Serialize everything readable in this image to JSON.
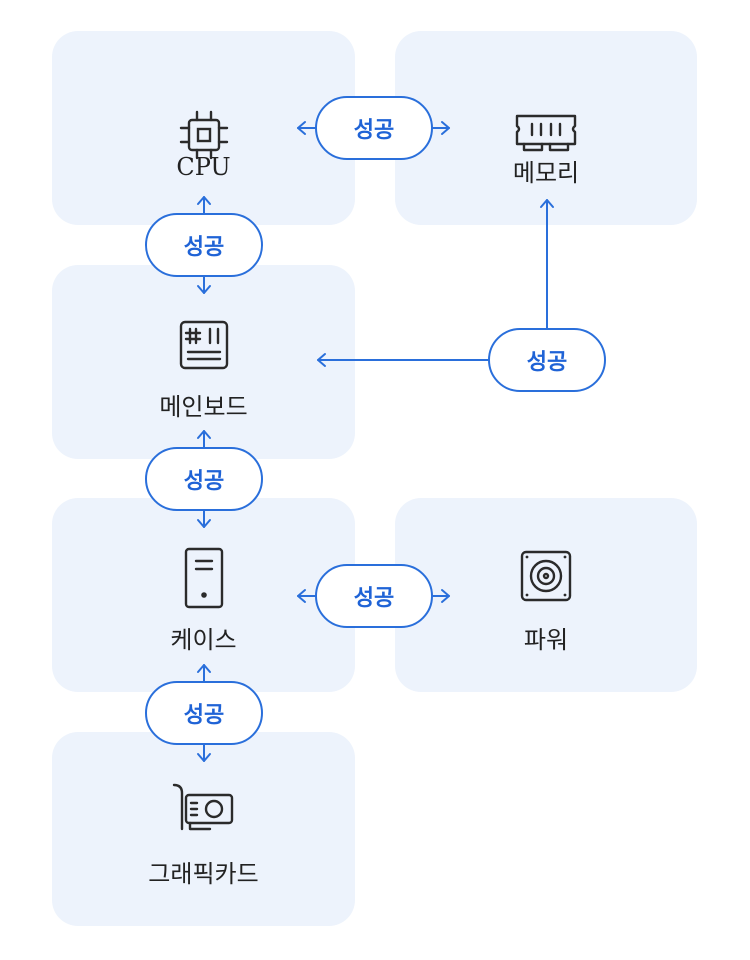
{
  "colors": {
    "card_bg": "#edf3fc",
    "accent": "#2a6fdb",
    "text": "#222222"
  },
  "nodes": {
    "cpu": {
      "label": "CPU",
      "icon": "cpu-chip-icon"
    },
    "memory": {
      "label": "메모리",
      "icon": "ram-memory-icon"
    },
    "mainboard": {
      "label": "메인보드",
      "icon": "motherboard-icon"
    },
    "case": {
      "label": "케이스",
      "icon": "pc-case-tower-icon"
    },
    "power": {
      "label": "파워",
      "icon": "power-supply-icon"
    },
    "gpu": {
      "label": "그래픽카드",
      "icon": "graphics-card-icon"
    }
  },
  "connections": [
    {
      "from": "cpu",
      "to": "memory",
      "label": "성공"
    },
    {
      "from": "cpu",
      "to": "mainboard",
      "label": "성공"
    },
    {
      "from": "memory",
      "to": "mainboard",
      "label": "성공"
    },
    {
      "from": "mainboard",
      "to": "case",
      "label": "성공"
    },
    {
      "from": "case",
      "to": "power",
      "label": "성공"
    },
    {
      "from": "case",
      "to": "gpu",
      "label": "성공"
    }
  ]
}
